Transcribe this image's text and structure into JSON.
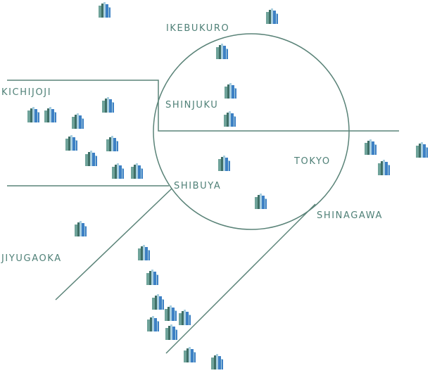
{
  "map": {
    "colors": {
      "line": "#5a8378",
      "label": "#4f8077",
      "building_dark": "#3f6f66",
      "building_mid": "#6fa39a",
      "building_blue": "#3d80c4",
      "building_light": "#a9cfe0"
    },
    "icon_name": "building-icon",
    "stations": {
      "ikebukuro": "IKEBUKURO",
      "kichijoji": "KICHIJOJI",
      "shinjuku": "SHINJUKU",
      "tokyo": "TOKYO",
      "shibuya": "SHIBUYA",
      "shinagawa": "SHINAGAWA",
      "jiyugaoka": "JIYUGAOKA"
    }
  }
}
